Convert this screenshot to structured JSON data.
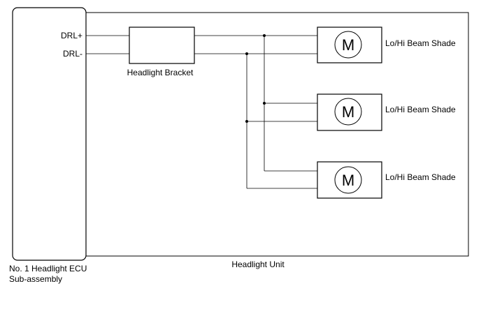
{
  "ecu": {
    "pin_positive": "DRL+",
    "pin_negative": "DRL-",
    "name_line1": "No. 1 Headlight ECU",
    "name_line2": "Sub-assembly"
  },
  "headlight_unit": {
    "label": "Headlight Unit"
  },
  "bracket": {
    "label": "Headlight Bracket"
  },
  "motors": [
    {
      "symbol": "M",
      "label": "Lo/Hi Beam Shade"
    },
    {
      "symbol": "M",
      "label": "Lo/Hi Beam Shade"
    },
    {
      "symbol": "M",
      "label": "Lo/Hi Beam Shade"
    }
  ]
}
